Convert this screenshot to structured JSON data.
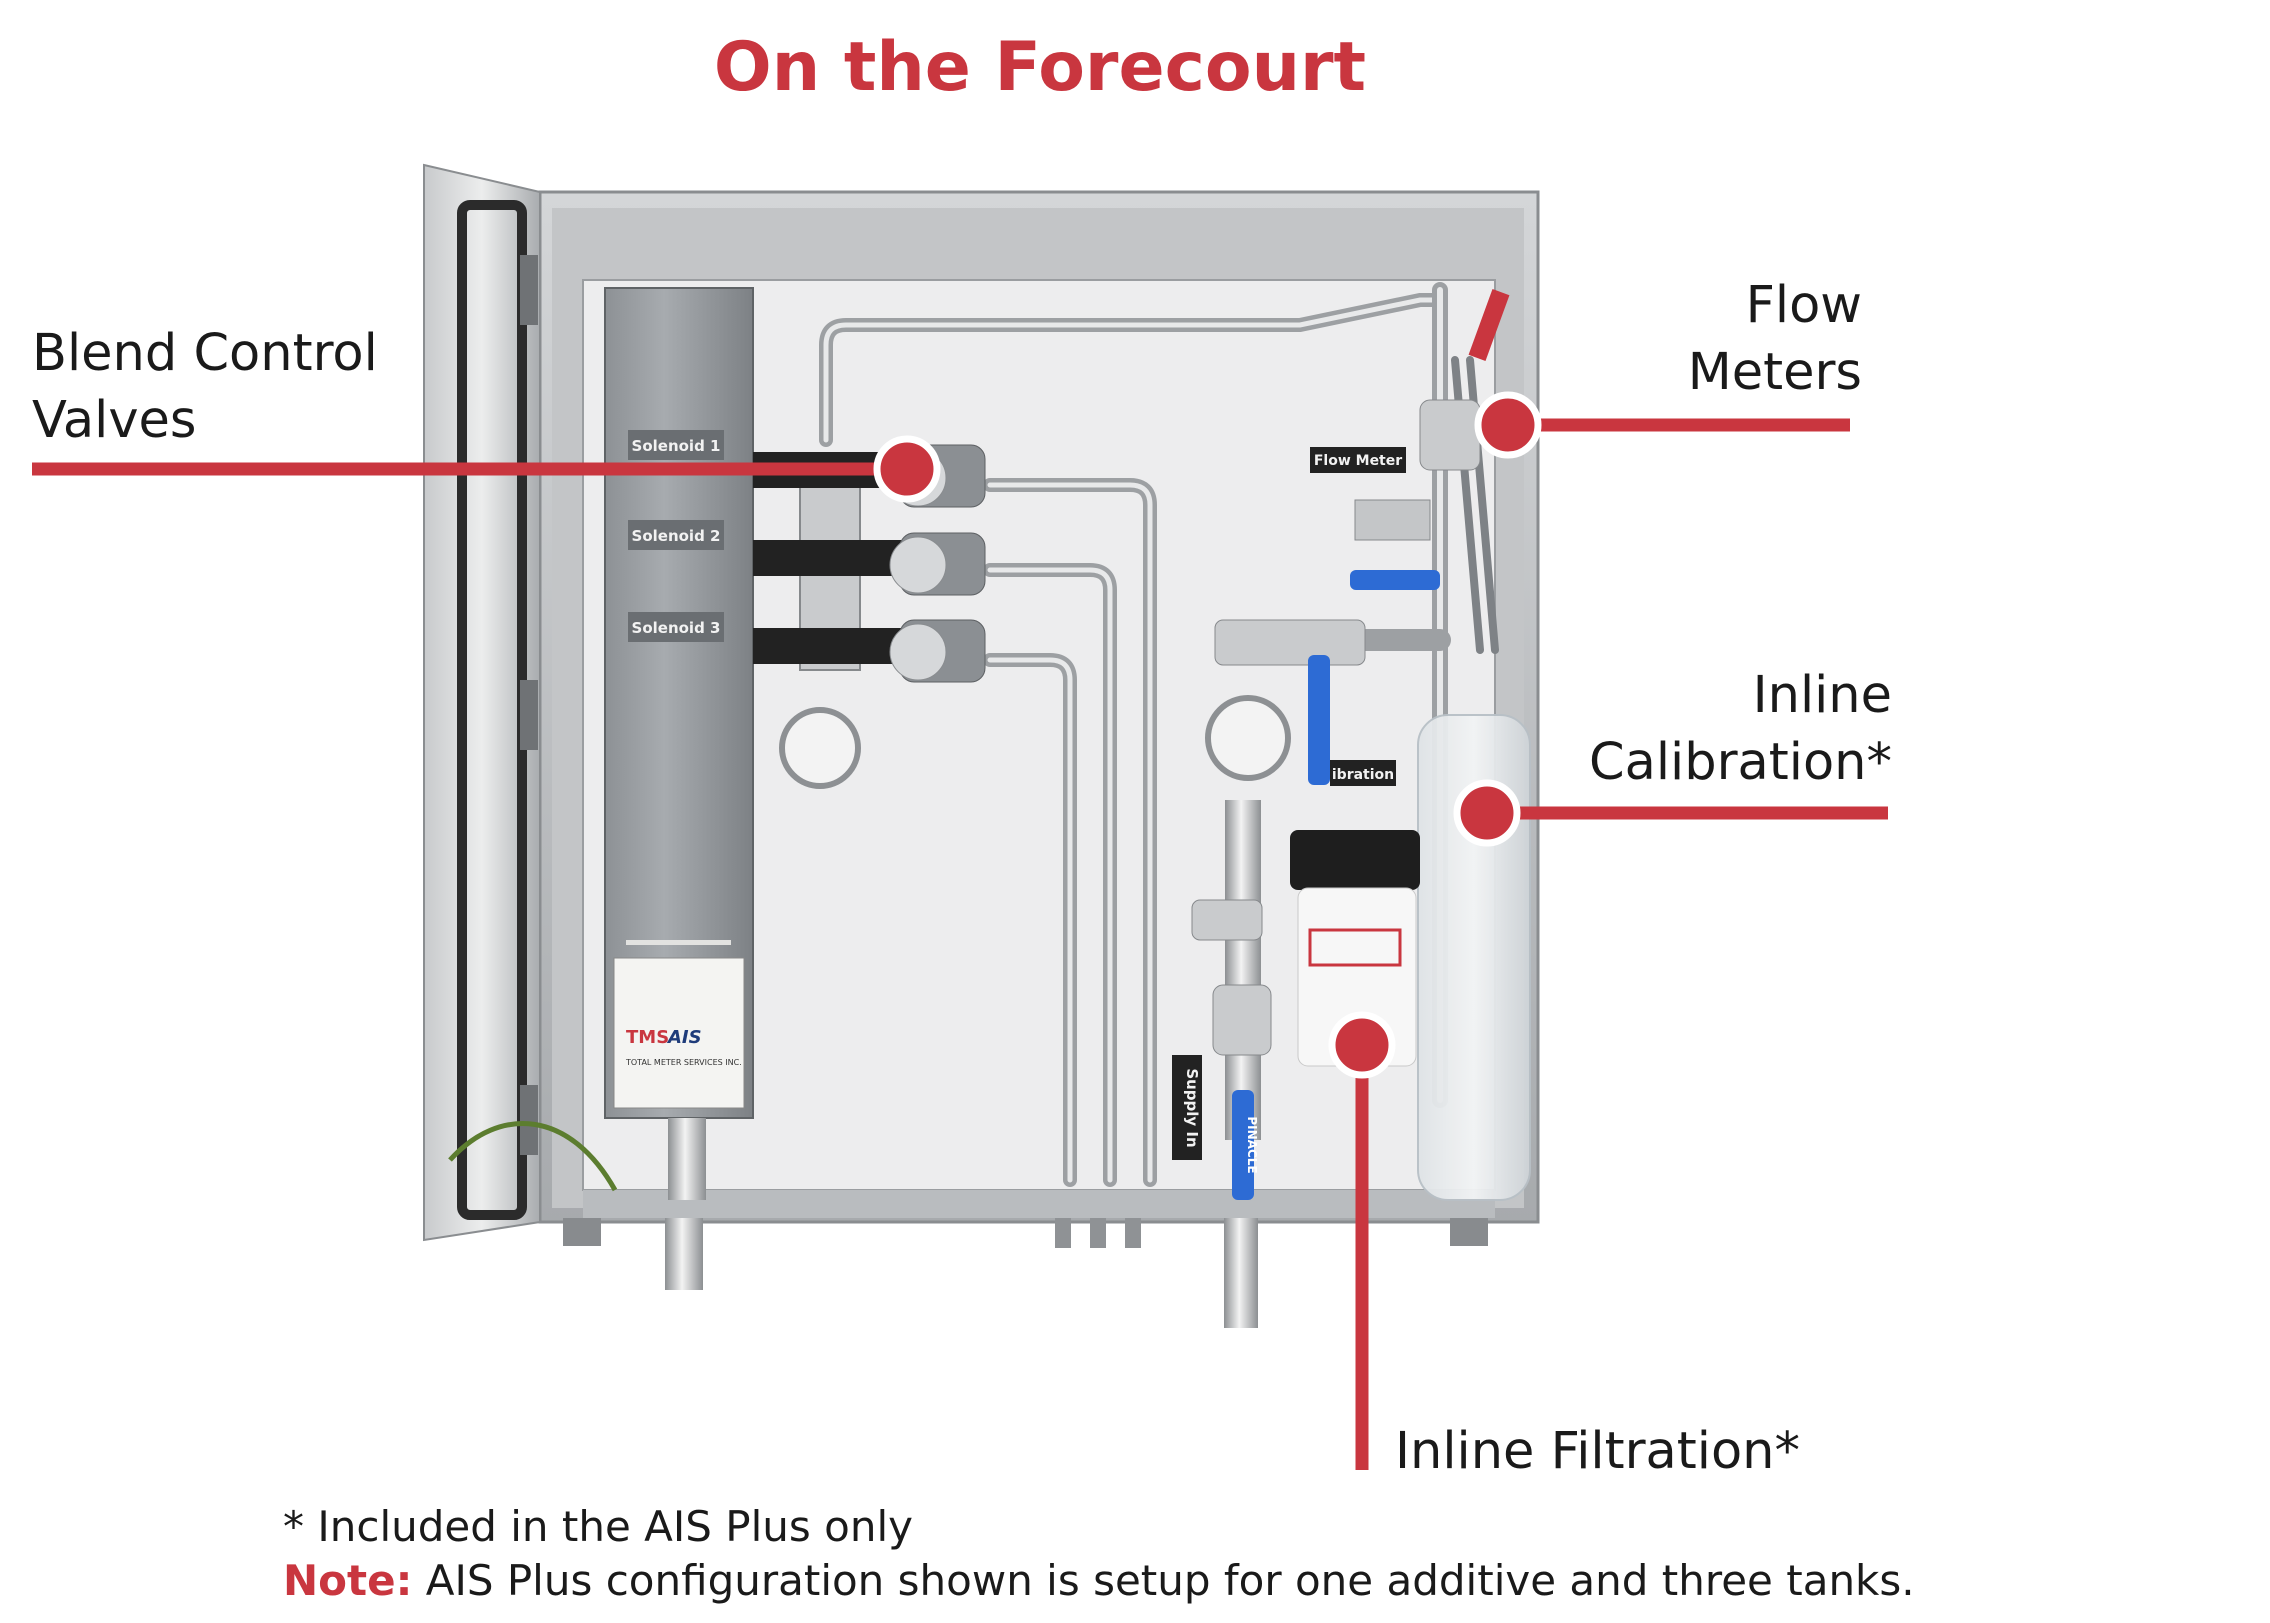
{
  "title": "On the Forecourt",
  "callouts": {
    "blend": [
      "Blend Control",
      "Valves"
    ],
    "flow": [
      "Flow",
      "Meters"
    ],
    "calibration": [
      "Inline",
      "Calibration*"
    ],
    "filtration": [
      "Inline Filtration*"
    ]
  },
  "device_labels": {
    "solenoid1": "Solenoid 1",
    "solenoid2": "Solenoid 2",
    "solenoid3": "Solenoid 3",
    "flow_meter": "Flow Meter",
    "calibration": "ibration",
    "supply_in": "Supply In",
    "tms": "TMS",
    "ais": "AIS",
    "maker": "TOTAL METER SERVICES INC.",
    "valve_brand": "PINACLE"
  },
  "footnote": "* Included in the AIS Plus only",
  "note": {
    "label": "Note:",
    "text": " AIS Plus configuration shown is setup for one additive and three tanks."
  },
  "colors": {
    "accent": "#c9363f",
    "text": "#1a1a1a",
    "steel": "#b9bcbf",
    "panel": "#ededee"
  }
}
